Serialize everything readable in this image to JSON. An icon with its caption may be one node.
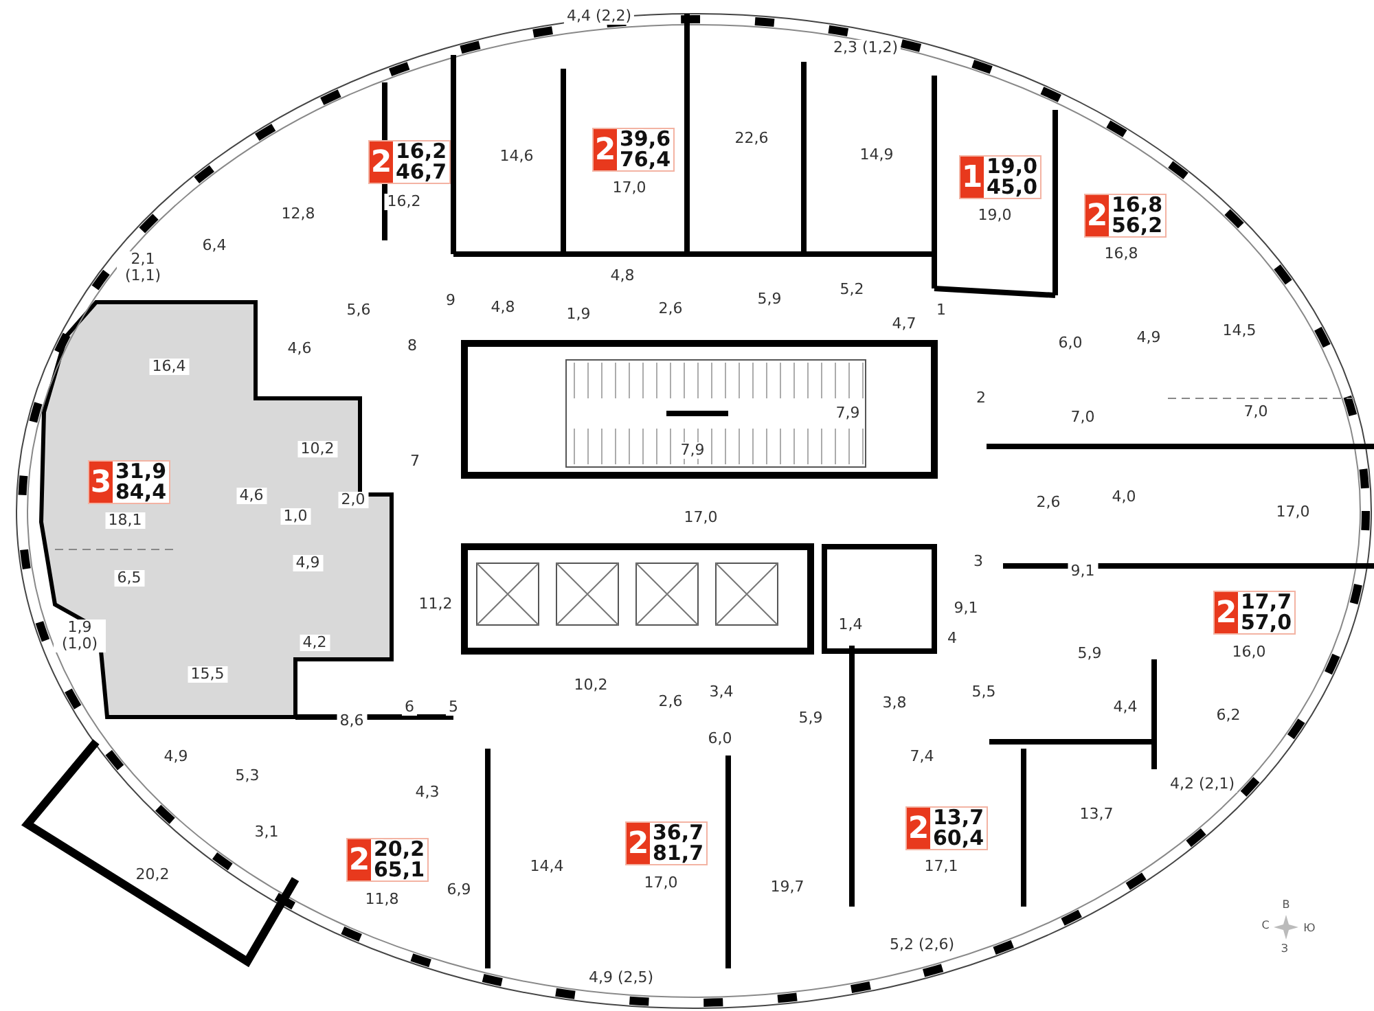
{
  "diagram": {
    "nodes": [
      {
        "text": [
          "2",
          "16,2",
          "46,7"
        ]
      },
      {
        "text": [
          "2",
          "39,6",
          "76,4"
        ]
      },
      {
        "text": [
          "1",
          "19,0",
          "45,0"
        ]
      },
      {
        "text": [
          "2",
          "16,8",
          "56,2"
        ]
      },
      {
        "text": [
          "3",
          "31,9",
          "84,4"
        ]
      },
      {
        "text": [
          "2",
          "17,7",
          "57,0"
        ]
      },
      {
        "text": [
          "2",
          "36,7",
          "81,7"
        ]
      },
      {
        "text": [
          "2",
          "13,7",
          "60,4"
        ]
      },
      {
        "text": [
          "2",
          "20,2",
          "65,1"
        ]
      }
    ],
    "labels": [
      "4,4 (2,2)",
      "2,3 (1,2)",
      "22,6",
      "14,6",
      "14,9",
      "17,0",
      "16,2",
      "12,8",
      "19,0",
      "2,1 (1,1)",
      "6,4",
      "16,8",
      "4,8",
      "14,5",
      "5,9",
      "5,2",
      "6,0",
      "4,9",
      "4,7",
      "1",
      "5,6",
      "4,8",
      "9",
      "1,9",
      "2,6",
      "4,6",
      "8",
      "16,4",
      "2",
      "7,0",
      "7,0",
      "7,9",
      "7,9",
      "10,2",
      "7",
      "4,6",
      "2,0",
      "18,1",
      "2,6",
      "4,0",
      "17,0",
      "17,0",
      "1,0",
      "4,9",
      "3",
      "9,1",
      "6,5",
      "11,2",
      "9,1",
      "1,4",
      "4",
      "16,0",
      "5,9",
      "1,9 (1,0)",
      "4,2",
      "15,5",
      "10,2",
      "2,6",
      "3,4",
      "3,8",
      "5,5",
      "5,9",
      "4,4",
      "6,2",
      "6",
      "5",
      "8,6",
      "6,0",
      "7,4",
      "4,9",
      "5,3",
      "4,3",
      "4,2 (2,1)",
      "13,7",
      "3,1",
      "14,4",
      "17,0",
      "19,7",
      "17,1",
      "20,2",
      "11,8",
      "6,9",
      "5,2 (2,6)",
      "4,9 (2,5)",
      "В",
      "С",
      "Ю",
      "З"
    ]
  }
}
